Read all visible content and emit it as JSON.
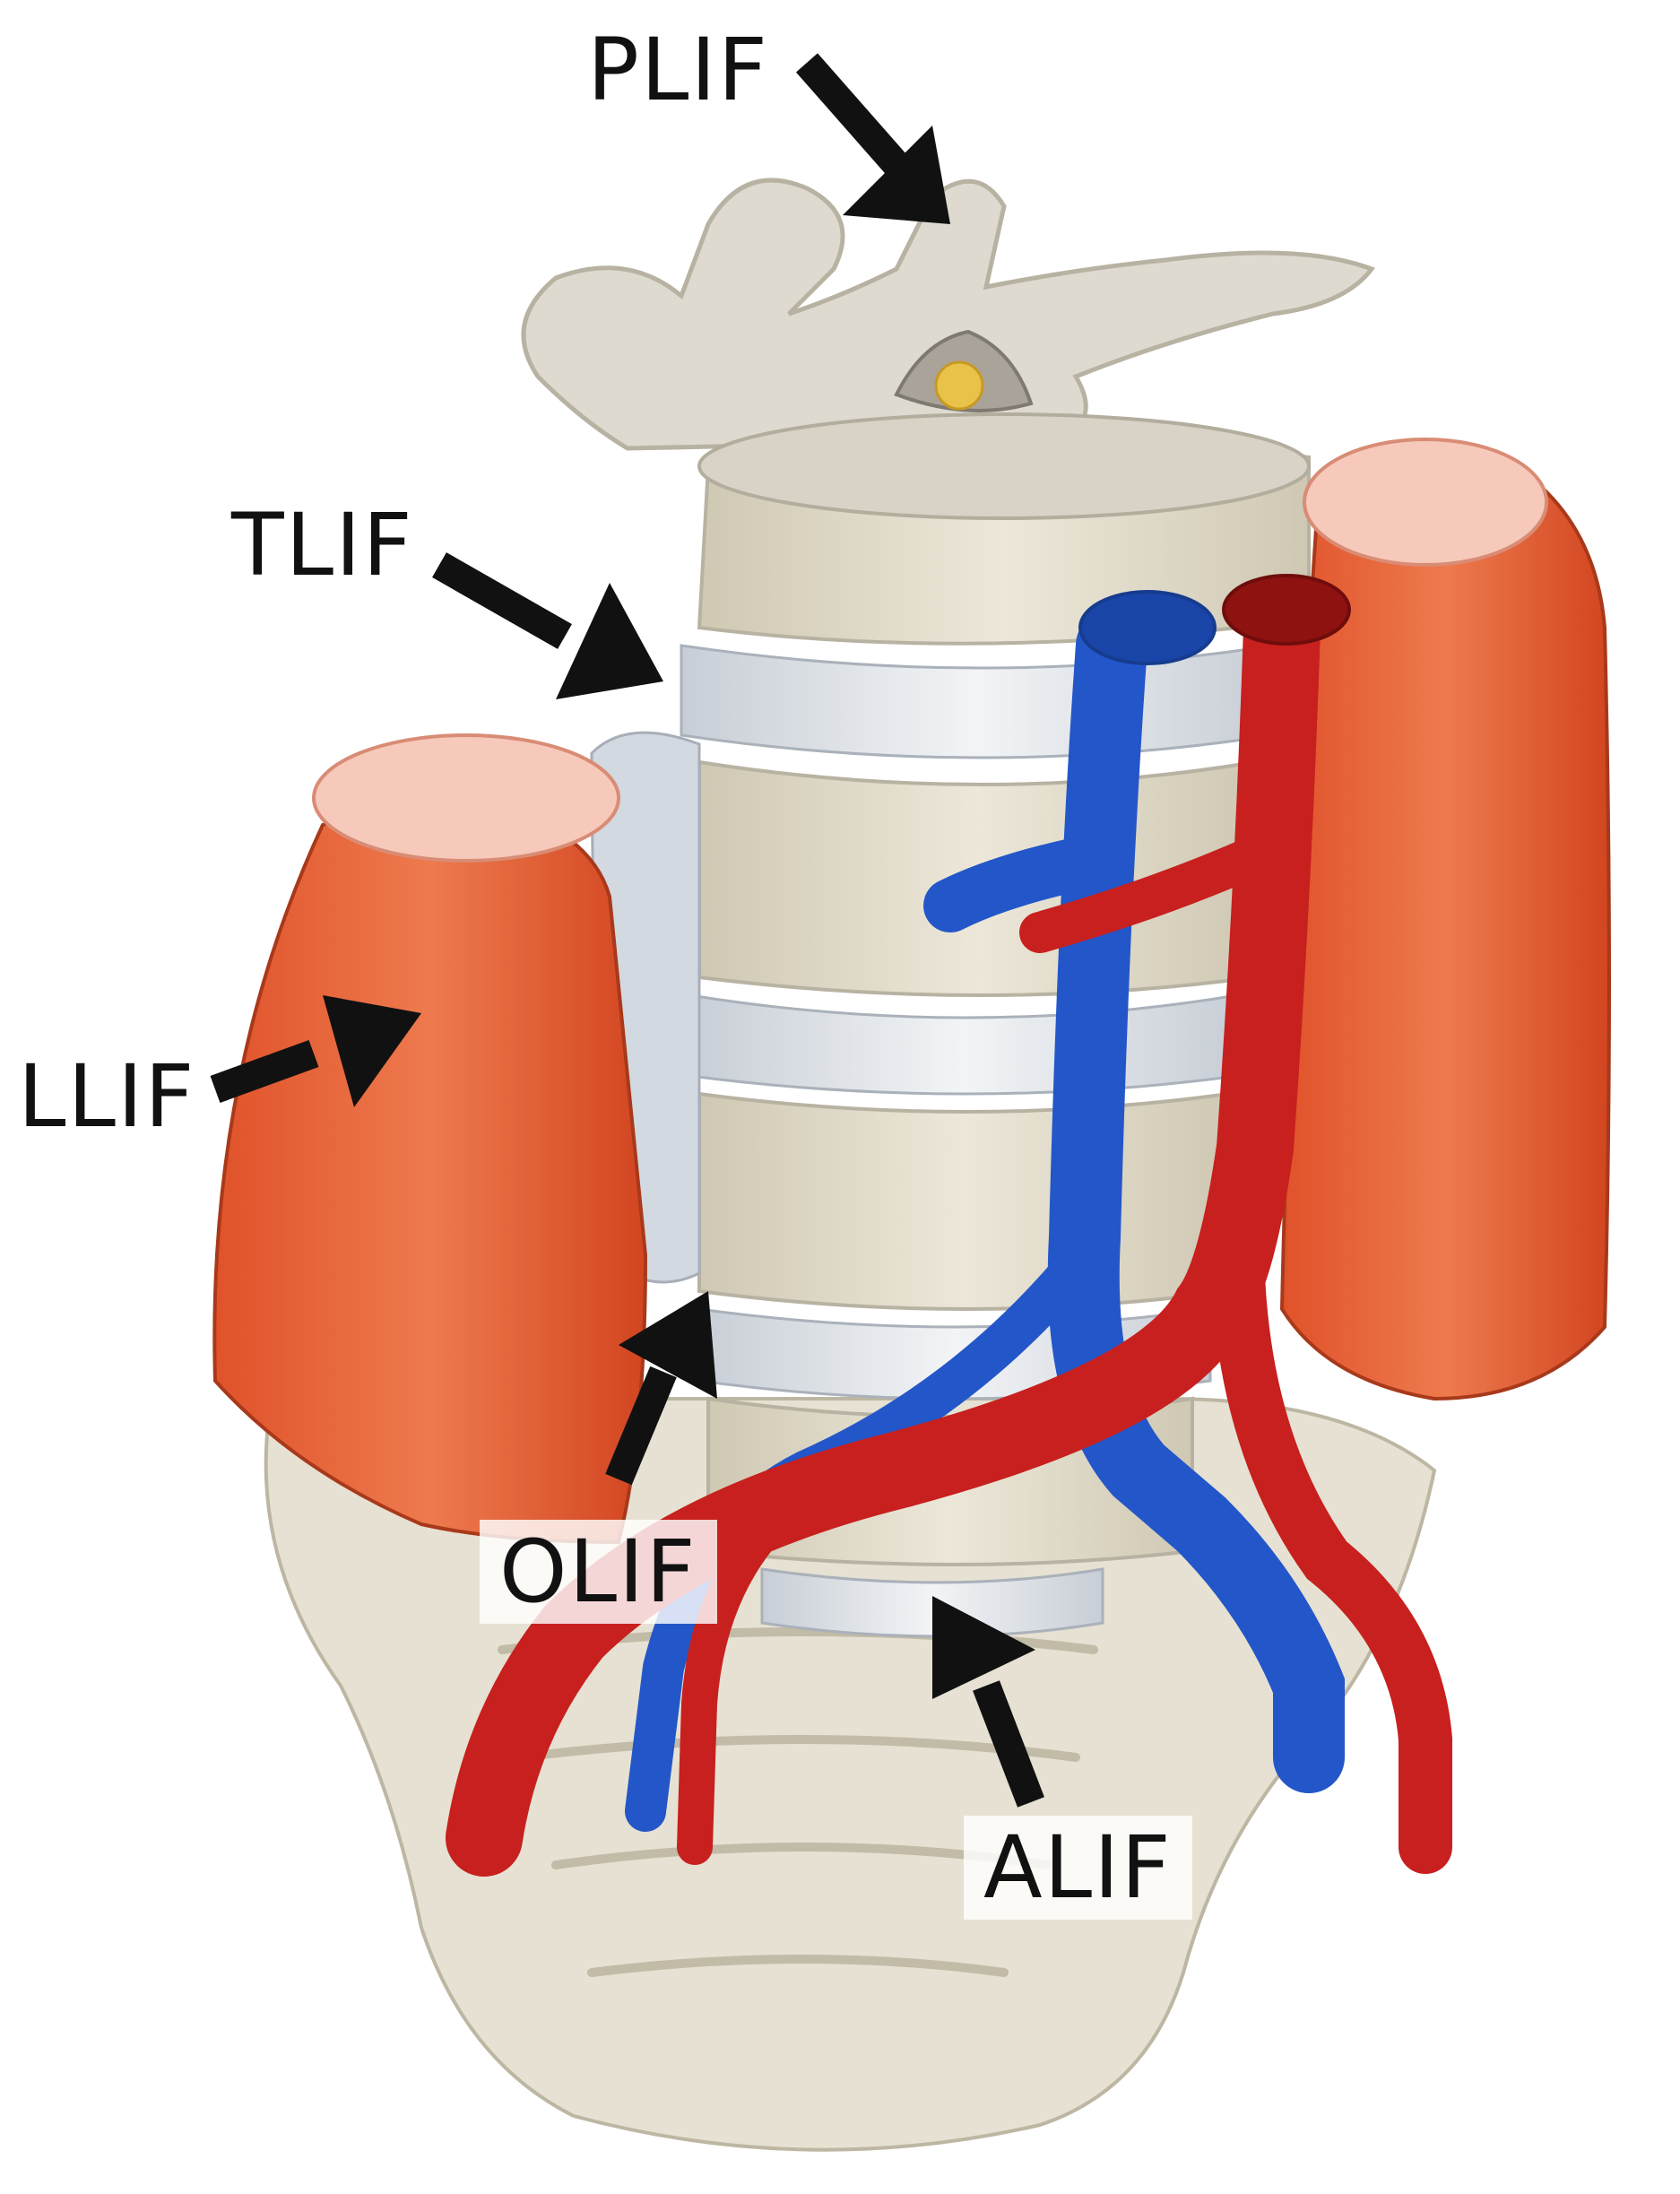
{
  "labels": {
    "plif": "PLIF",
    "tlif": "TLIF",
    "llif": "LLIF",
    "olif": "OLIF",
    "alif": "ALIF"
  },
  "colors": {
    "bone": "#e9e4d6",
    "bone_shadow": "#c9c2ad",
    "disc": "#dfe3e8",
    "muscle": "#e2582e",
    "muscle_cut": "#f6c9ba",
    "vein": "#2356c9",
    "artery": "#c7201e",
    "arrow": "#111111",
    "spinal_cord": "#e9c24a"
  }
}
